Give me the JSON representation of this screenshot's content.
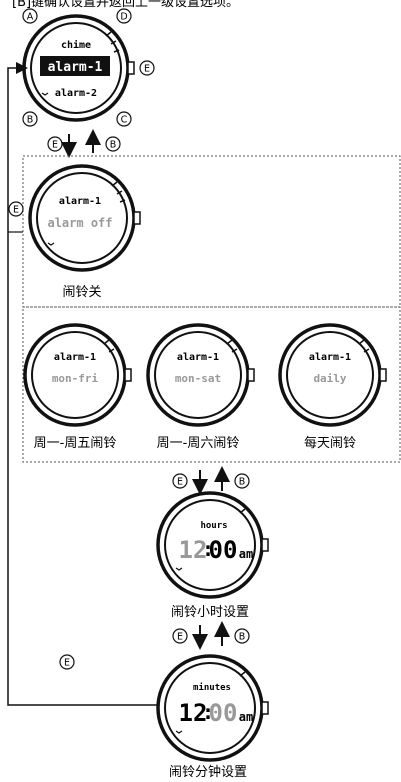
{
  "header_text": "[B]键确认设置并返回上一级设置选项。",
  "button_letters": {
    "a": "A",
    "b": "B",
    "c": "C",
    "d": "D",
    "e": "E"
  },
  "top_watch": {
    "line1": "chime",
    "line2": "alarm-1",
    "line3": "alarm-2"
  },
  "off_watch": {
    "title": "alarm-1",
    "value": "alarm off",
    "caption": "闹铃关"
  },
  "modes": [
    {
      "title": "alarm-1",
      "value": "mon-fri",
      "caption": "周一-周五闹铃"
    },
    {
      "title": "alarm-1",
      "value": "mon-sat",
      "caption": "周一-周六闹铃"
    },
    {
      "title": "alarm-1",
      "value": "daily",
      "caption": "每天闹铃"
    }
  ],
  "hours_watch": {
    "title": "hours",
    "hour": "12",
    "minute": "00",
    "ampm": "am",
    "caption": "闹铃小时设置"
  },
  "minutes_watch": {
    "title": "minutes",
    "hour": "12",
    "minute": "00",
    "ampm": "am",
    "caption": "闹铃分钟设置"
  }
}
